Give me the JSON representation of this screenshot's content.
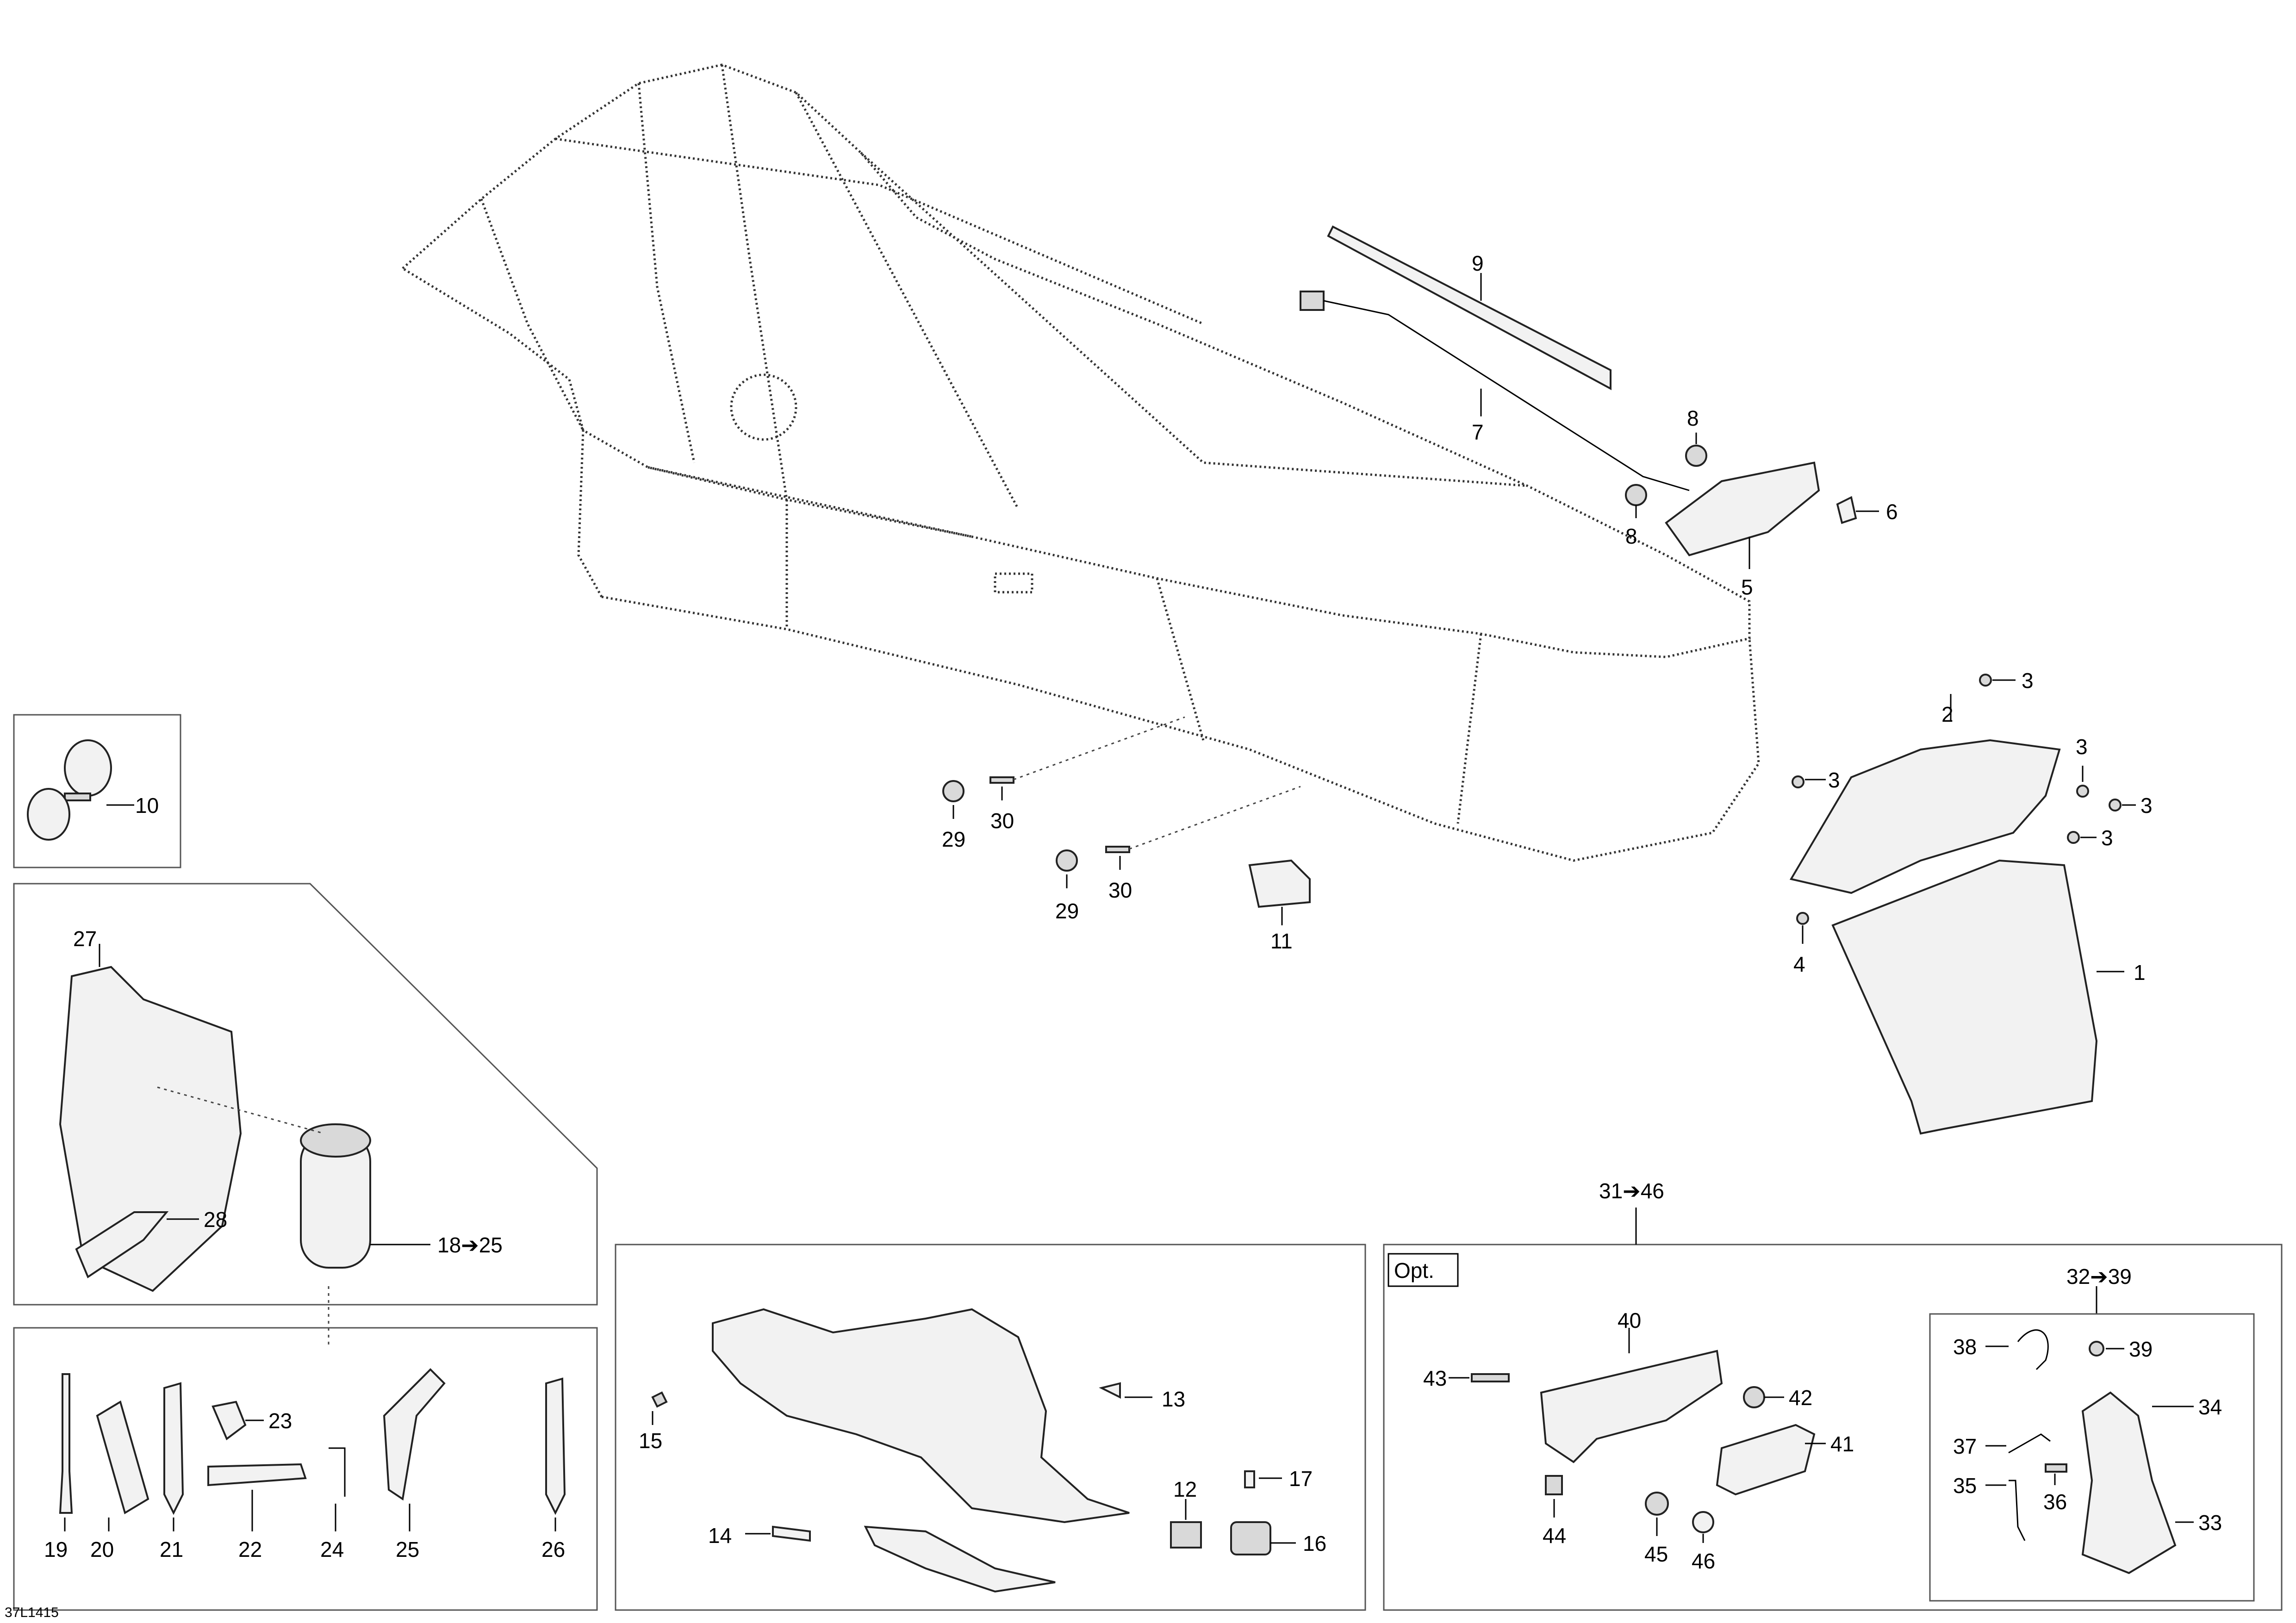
{
  "figure_code": "37L1415",
  "option_label": "Opt.",
  "callouts": {
    "c1": "1",
    "c2": "2",
    "c3a": "3",
    "c3b": "3",
    "c3c": "3",
    "c3d": "3",
    "c3e": "3",
    "c4": "4",
    "c5": "5",
    "c6": "6",
    "c7": "7",
    "c8a": "8",
    "c8b": "8",
    "c9": "9",
    "c10": "10",
    "c11": "11",
    "c12": "12",
    "c13": "13",
    "c14": "14",
    "c15": "15",
    "c16": "16",
    "c17": "17",
    "c18_25": "18➔25",
    "c19": "19",
    "c20": "20",
    "c21": "21",
    "c22": "22",
    "c23": "23",
    "c24": "24",
    "c25": "25",
    "c26": "26",
    "c27": "27",
    "c28": "28",
    "c29a": "29",
    "c29b": "29",
    "c30a": "30",
    "c30b": "30",
    "c31_46": "31➔46",
    "c32_39": "32➔39",
    "c33": "33",
    "c34": "34",
    "c35": "35",
    "c36": "36",
    "c37": "37",
    "c38": "38",
    "c39": "39",
    "c40": "40",
    "c41": "41",
    "c42": "42",
    "c43": "43",
    "c44": "44",
    "c45": "45",
    "c46": "46"
  }
}
